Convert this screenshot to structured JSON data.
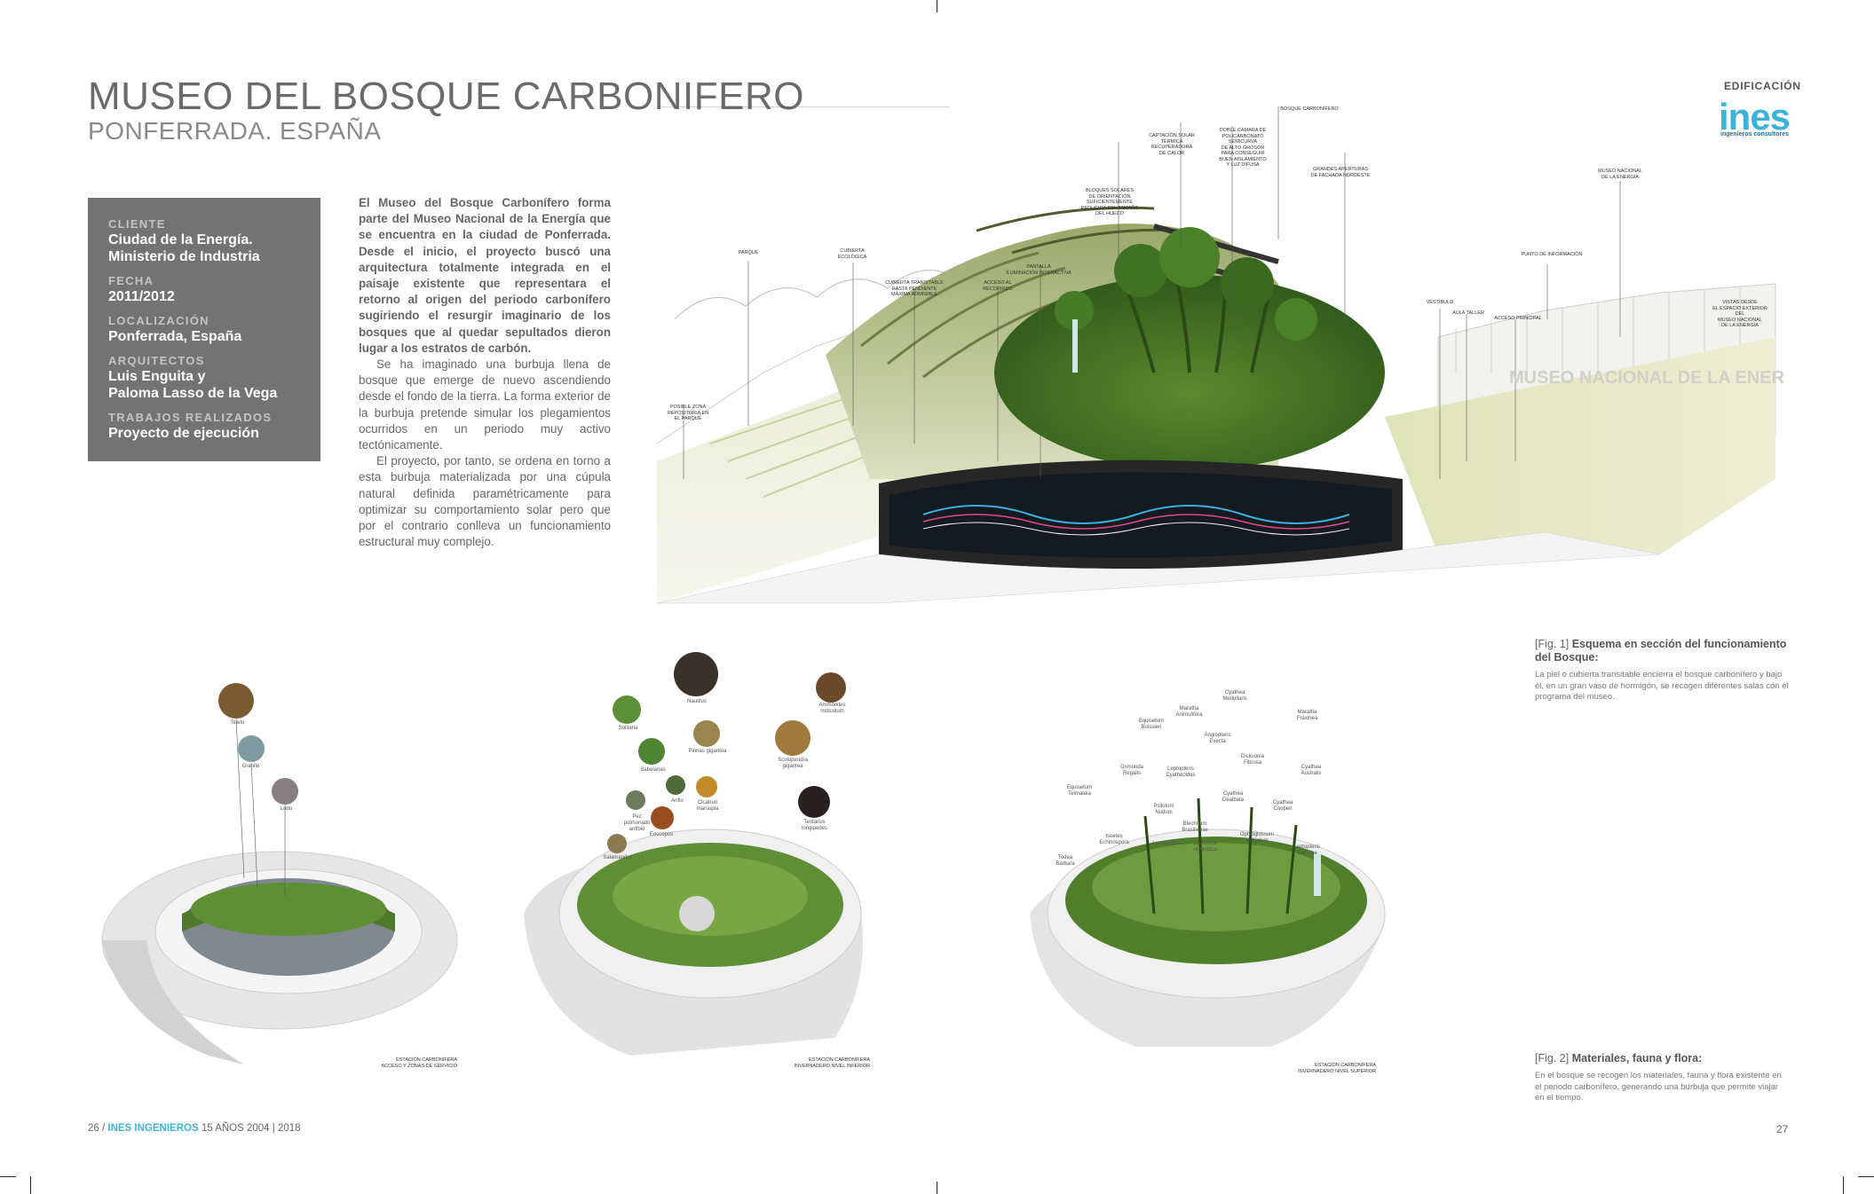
{
  "header": {
    "title": "MUSEO DEL BOSQUE CARBONIFERO",
    "subtitle": "PONFERRADA. ESPAÑA"
  },
  "brand": {
    "section": "EDIFICACIÓN",
    "logo_word": "ines",
    "logo_sub": "ingenieros consultores",
    "accent_color": "#3db3d8"
  },
  "infobox": [
    {
      "label": "CLIENTE",
      "value": "Ciudad de la Energía.\nMinisterio de Industria"
    },
    {
      "label": "FECHA",
      "value": "2011/2012"
    },
    {
      "label": "LOCALIZACIÓN",
      "value": "Ponferrada, España"
    },
    {
      "label": "ARQUITECTOS",
      "value": "Luis Enguita y\nPaloma Lasso de la Vega"
    },
    {
      "label": "TRABAJOS REALIZADOS",
      "value": "Proyecto de ejecución"
    }
  ],
  "body": {
    "p1": "El Museo del Bosque Carbonífero forma parte del Museo Nacional de la Energía que se encuentra en la ciudad de Ponferrada. Desde el inicio, el proyecto buscó una arquitectura totalmente integrada en el paisaje existente que representara el retorno al origen del periodo carbonífero sugiriendo el resurgir imaginario de los bosques que al quedar sepultados dieron lugar a los estratos de carbón.",
    "p2": "Se ha imaginado una burbuja llena de bosque que emerge de nuevo ascendiendo desde el fondo de la tierra. La forma exterior de la burbuja pretende simular los plegamientos ocurridos en un periodo muy activo tectónicamente.",
    "p3": "El proyecto, por tanto, se ordena en torno a esta burbuja materializada por una cúpula natural definida paramétricamente para optimizar su comportamiento solar pero que por el contrario conlleva un funcionamiento estructural muy complejo."
  },
  "section_labels": {
    "bosque": "BOSQUE CARBONÍFERO",
    "captacion": "CAPTACIÓN SOLAR\nTÉRMICA\nRECUPERADORA\nDE CALOR",
    "doble_cam": "DOBLE CÁMARA DE\nPOLICARBONATO\nSEMICURVA\nDE ALTO GROSOR\nPARA CONSEGUIR\nBUEN AISLAMIENTO\nY LUZ DIFUSA",
    "grandes": "GRANDES APERTURAS\nDE FACHADA NORDESTE",
    "museo": "MUSEO NACIONAL\nDE LA ENERGÍA",
    "bloques": "BLOQUES SOLARES\nDE ORIENTACIÓN\nSUFICIENTEMENTE\nREDUCIDA DEL TAMAÑO\nDEL HUECO",
    "parque": "PARQUE",
    "cubierta_eco": "CUBIERTA\nECOLÓGICA",
    "cubierta_trans": "CUBIERTA TRANSITABLE\nHASTA PENDIENTE\nMÁXIMA ADMISIBLE",
    "acceso_rec": "ACCESO AL\nRECORRIDO",
    "pantalla": "PANTALLA\nILUMINACIÓN INTERACTIVA",
    "punto_info": "PUNTO DE INFORMACIÓN",
    "vestibulo": "VESTÍBULO",
    "aula": "AULA TALLER",
    "acceso_prin": "ACCESO PRINCIPAL",
    "vistas": "VISTAS DESDE\nEL ESPACIO EXTERIOR\nDEL\nMUSEO NACIONAL\nDE LA ENERGÍA",
    "posible": "POSIBLE ZONA\nREPOSITORIA EN\nEL PARQUE",
    "sign": "MUSEO NACIONAL DE LA ENERGÍA"
  },
  "diagram1": {
    "labels": [
      "Suelo",
      "Granito",
      "Lodo"
    ],
    "caption": "ESTACIÓN CARBONÍFERA\nACCESO Y ZONAS DE SERVICIO"
  },
  "diagram2": {
    "labels": [
      "Nautilus",
      "Ammonites\nrreticulum",
      "Solitaria",
      "Pinnas gigantea",
      "Scolopendra\ngigantea",
      "Sabelarias",
      "Pez\npulmonado\nanfibio",
      "Anfio",
      "Cicatruri\nmarsupia",
      "Eoscopus",
      "Tentarius\nlongipedes",
      "Salamandra"
    ],
    "caption": "ESTACIÓN CARBONÍFERA\nINVERNADERO NIVEL INFERIOR"
  },
  "diagram3": {
    "labels": [
      "Cyathea\nMedullaris",
      "Marattia\nFraxinea",
      "Equisetum\nBoissieri",
      "Marattia\nAnimulifera",
      "Angiopteris\nEvecta",
      "Osmunda\nRegalis",
      "Leptopteris\nCyatheoides",
      "Dicksonia\nFibrosa",
      "Cyathea\nAustralis",
      "Equisetum\nTelmateia",
      "Psilotum\nNudum",
      "Cyathea\nDealbata",
      "Cyathea\nCooperi",
      "Ophioglossum\nVulgatum",
      "Lycopodium",
      "Todea\nBarbara",
      "Blechnum\nBrasiliense",
      "Dicksonia\nAntarctica",
      "Leptopteris\nSuperba",
      "Isoetes\nEchinospora"
    ],
    "caption": "ESTACIÓN CARBONÍFERA\nINVERNADERO NIVEL SUPERIOR"
  },
  "fig1": {
    "num": "[Fig. 1]",
    "title": "Esquema en sección del funcionamiento del Bosque:",
    "text": "La piel o cubierta transitable encierra el bosque carbonífero y bajo él, en un gran vaso de hormigón, se recogen diferentes salas con el programa del museo."
  },
  "fig2": {
    "num": "[Fig. 2]",
    "title": "Materiales, fauna y flora:",
    "text": "En el bosque se recogen los materiales, fauna y flora existente en el periodo carbonífero, generando una burbuja que permite viajar en el tiempo."
  },
  "footer": {
    "page_left": "26 /",
    "brand": "INES INGENIEROS",
    "tail": "15 AÑOS 2004 | 2018",
    "page_right": "27"
  }
}
